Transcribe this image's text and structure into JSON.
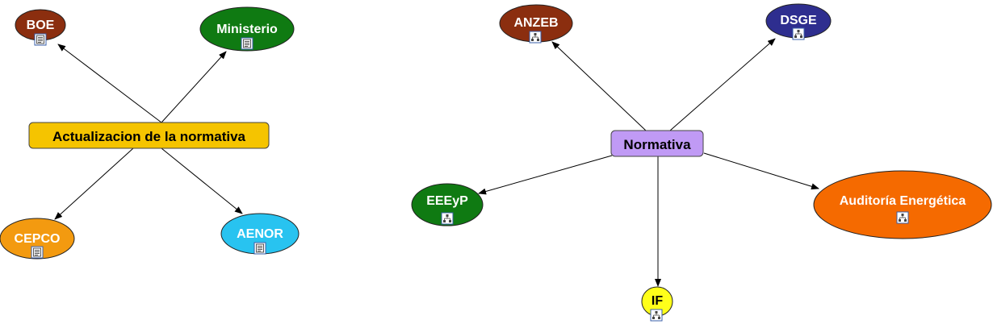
{
  "maps": [
    {
      "center": {
        "label": "Actualizacion de la normativa",
        "color": "#f5c400"
      },
      "children": [
        {
          "id": "boe",
          "label": "BOE",
          "color": "#8b2e0f",
          "text_color": "#ffffff",
          "icon": "document-icon"
        },
        {
          "id": "ministerio",
          "label": "Ministerio",
          "color": "#0f7a12",
          "text_color": "#ffffff",
          "icon": "document-icon"
        },
        {
          "id": "cepco",
          "label": "CEPCO",
          "color": "#f39a10",
          "text_color": "#ffffff",
          "icon": "document-icon"
        },
        {
          "id": "aenor",
          "label": "AENOR",
          "color": "#28c3f0",
          "text_color": "#ffffff",
          "icon": "document-icon"
        }
      ]
    },
    {
      "center": {
        "label": "Normativa",
        "color": "#c09af5"
      },
      "children": [
        {
          "id": "anzeb",
          "label": "ANZEB",
          "color": "#8b2e0f",
          "text_color": "#ffffff",
          "icon": "sitemap-icon"
        },
        {
          "id": "dsge",
          "label": "DSGE",
          "color": "#2e2e8f",
          "text_color": "#ffffff",
          "icon": "sitemap-icon"
        },
        {
          "id": "eeeyp",
          "label": "EEEyP",
          "color": "#0f7a12",
          "text_color": "#ffffff",
          "icon": "sitemap-icon"
        },
        {
          "id": "auditoria",
          "label": "Auditoría Energética",
          "color": "#f56a00",
          "text_color": "#ffffff",
          "icon": "sitemap-icon"
        },
        {
          "id": "if",
          "label": "IF",
          "color": "#ffff1a",
          "text_color": "#000000",
          "icon": "sitemap-icon"
        }
      ]
    }
  ]
}
